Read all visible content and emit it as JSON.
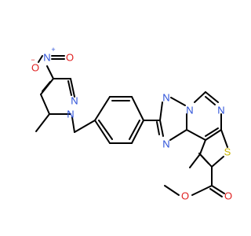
{
  "colors": {
    "background": "#ffffff",
    "carbon_bond": "#000000",
    "nitrogen": "#2a4fd8",
    "oxygen": "#e02020",
    "sulfur": "#c8b400"
  },
  "atom_labels": {
    "nitro_o_minus": "O",
    "nitro_o_minus_charge": "−",
    "nitro_n": "N",
    "nitro_n_charge": "+",
    "nitro_o_double": "O",
    "pyrazole_n2": "N",
    "pyrazole_n1": "N",
    "triazole_n_top": "N",
    "triazole_n_fused": "N",
    "triazole_n_bottom": "N",
    "pyrimidine_n": "N",
    "thiophene_s": "S",
    "ester_o_double": "O",
    "ester_o_single": "O"
  }
}
